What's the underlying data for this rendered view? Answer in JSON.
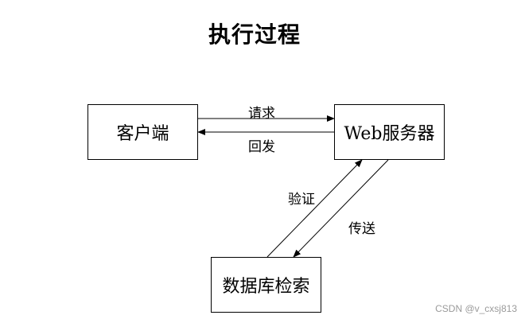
{
  "title": "执行过程",
  "nodes": {
    "client": "客户端",
    "server": "Web服务器",
    "database": "数据库检索"
  },
  "edges": {
    "request": "请求",
    "response": "回发",
    "verify": "验证",
    "transfer": "传送"
  },
  "watermark": "CSDN @v_cxsj813"
}
